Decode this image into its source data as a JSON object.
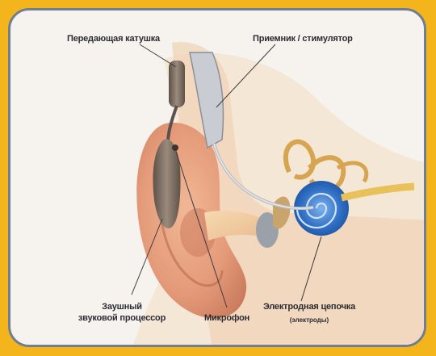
{
  "labels": {
    "transmitter_coil": "Передающая катушка",
    "receiver_stimulator": "Приемник / стимулятор",
    "bte_processor_line1": "Заушный",
    "bte_processor_line2": "звуковой процессор",
    "microphone": "Микрофон",
    "electrode_array": "Электродная цепочка",
    "electrode_array_sub": "(электроды)"
  },
  "colors": {
    "frame": "#f3b51b",
    "panel_border": "#6f7e91",
    "skin": "#e8a27d",
    "cochlea": "#2f6fc4",
    "device": "#7b6d63"
  }
}
